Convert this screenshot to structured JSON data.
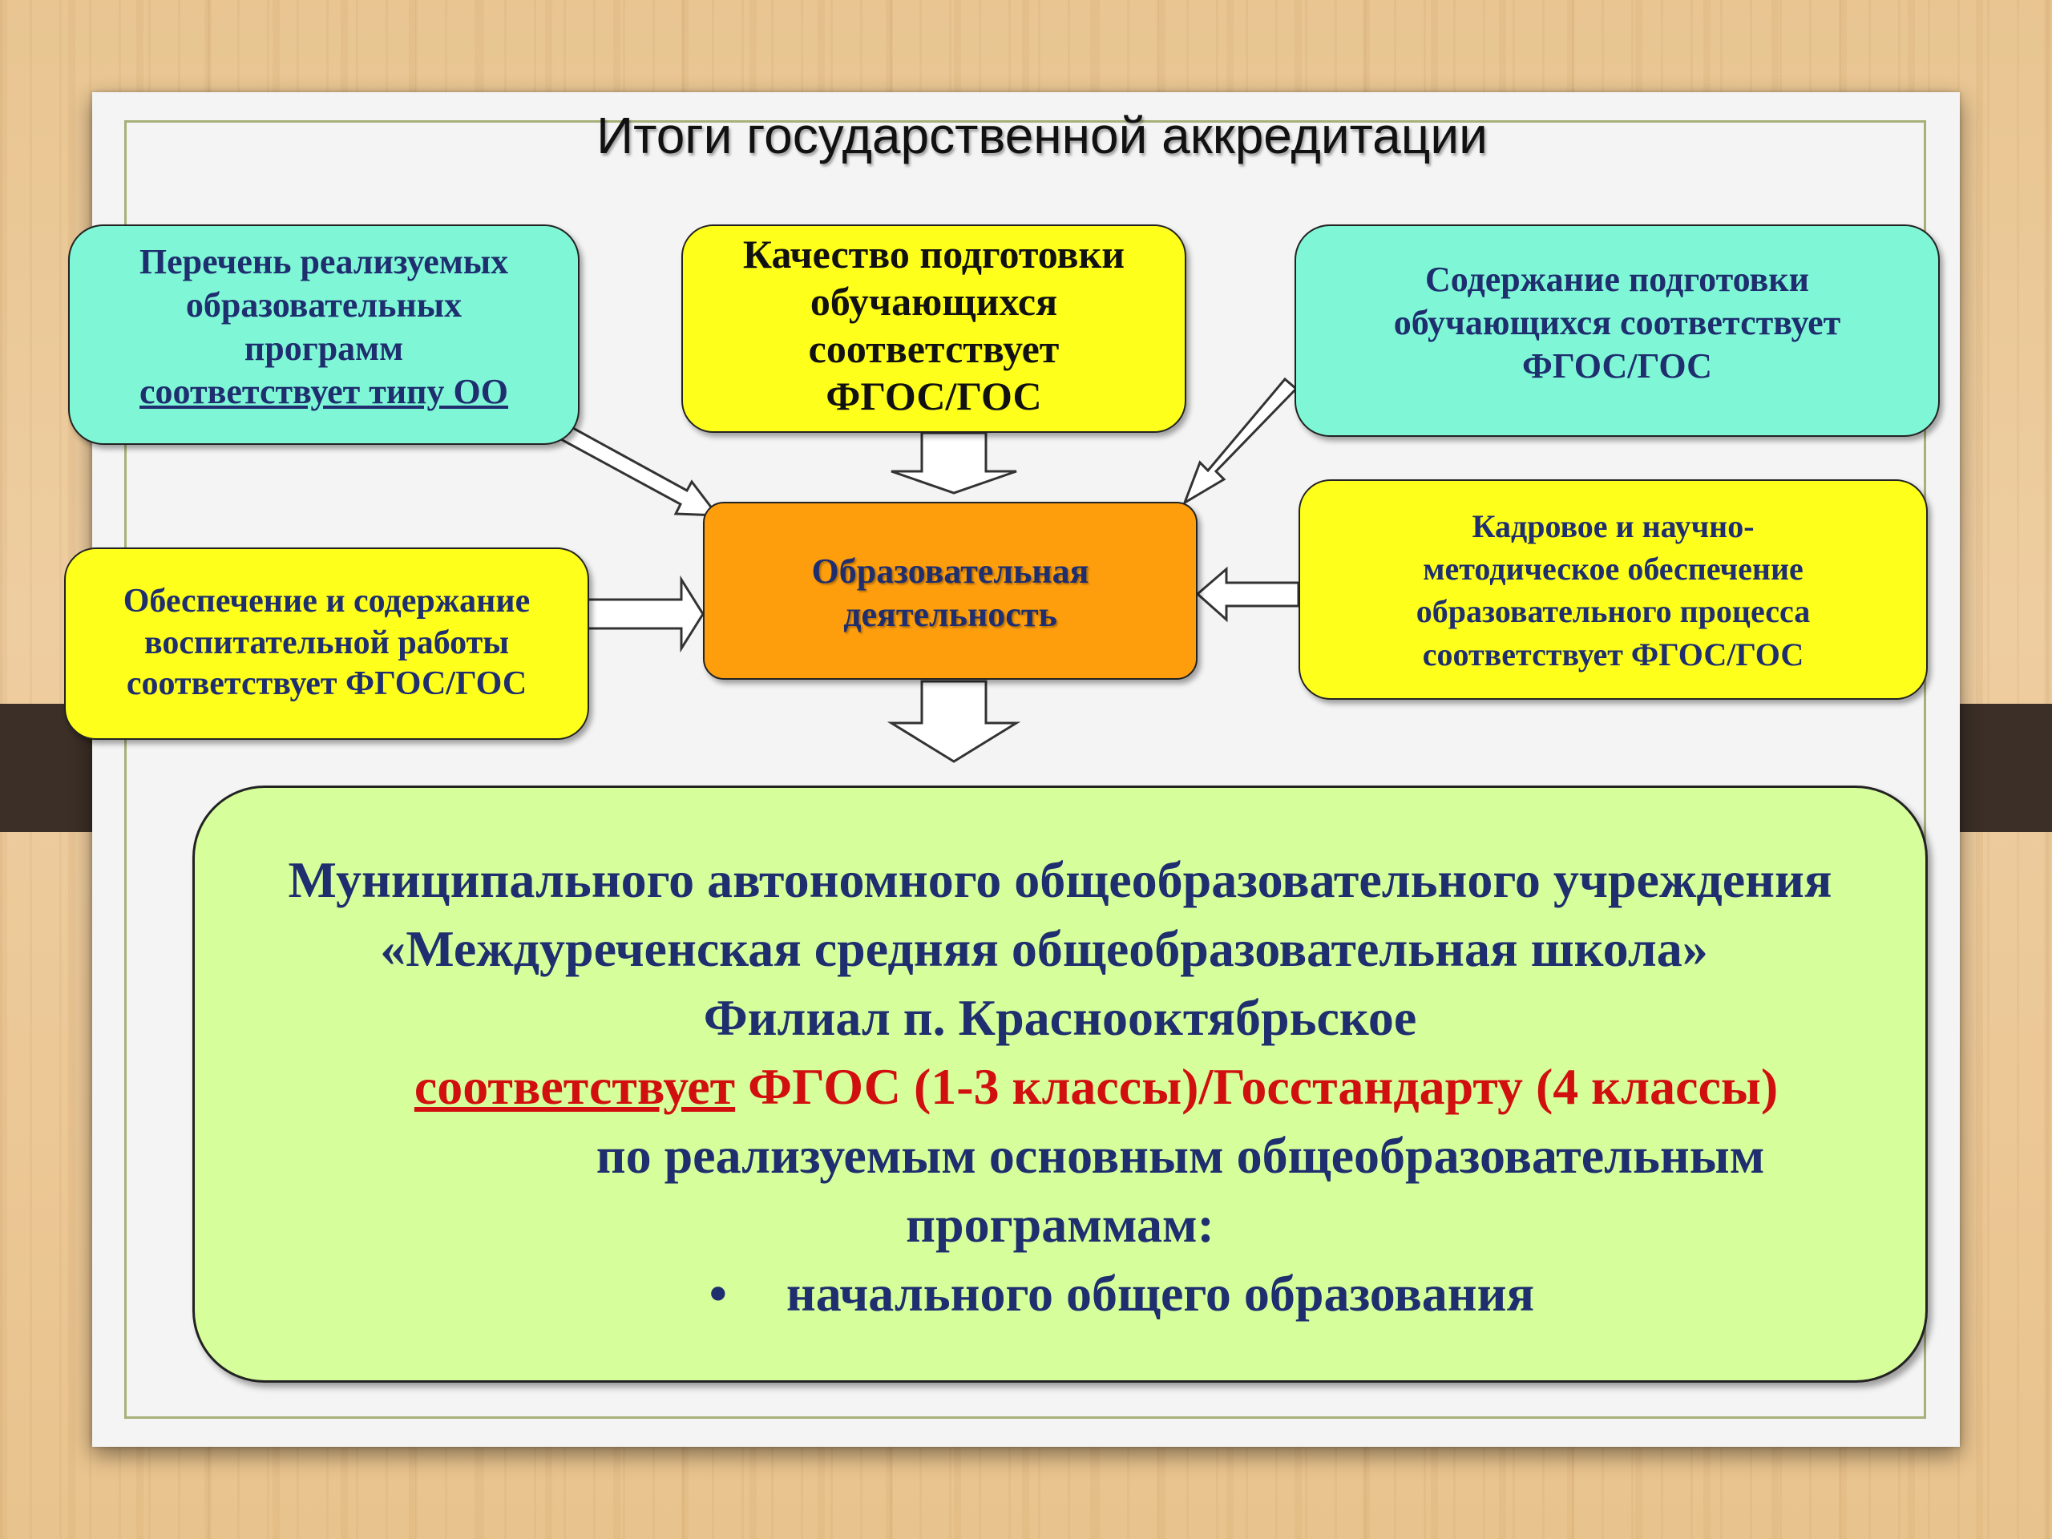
{
  "title": "Итоги государственной аккредитации",
  "programs": {
    "line1": "Перечень реализуемых",
    "line2": "образовательных",
    "line3": "программ",
    "line4": "соответствует типу ОО"
  },
  "quality": {
    "line1": "Качество подготовки",
    "line2": "обучающихся",
    "line3": "соответствует",
    "line4": "ФГОС/ГОС"
  },
  "content": {
    "line1": "Содержание подготовки",
    "line2": "обучающихся соответствует",
    "line3": "ФГОС/ГОС"
  },
  "upbringing": {
    "line1": "Обеспечение и содержание",
    "line2": "воспитательной работы",
    "line3": "соответствует ФГОС/ГОС"
  },
  "staff": {
    "line1": "Кадровое и научно-",
    "line2": "методическое обеспечение",
    "line3": "образовательного процесса",
    "line4": "соответствует ФГОС/ГОС"
  },
  "center": {
    "line1": "Образовательная",
    "line2": "деятельность"
  },
  "result": {
    "line1": "Муниципального автономного общеобразовательного учреждения",
    "line2": "«Междуреченская  средняя общеобразовательная школа»",
    "line3": "Филиал п. Краснооктябрьское",
    "line4_underlined": "соответствует",
    "line4_rest": " ФГОС (1-3 классы)/Госстандарту  (4 классы)",
    "line5": "по реализуемым основным общеобразовательным",
    "line6": "программам:",
    "bullet": "•",
    "item1": "начального общего образования"
  },
  "colors": {
    "cyan_box": "#7ff7d6",
    "yellow_box": "#ffff1c",
    "orange_box": "#ff9e0d",
    "green_box": "#d6ff9c",
    "navy_text": "#1e2e6e",
    "red_text": "#d10f0f"
  }
}
